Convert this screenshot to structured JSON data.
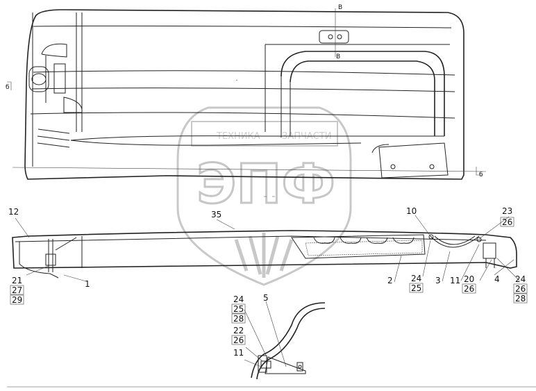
{
  "watermark": {
    "line1_left": "ТЕХНИКА",
    "line1_right": "ЗАПЧАСТИ",
    "logo": "ЭПФ"
  },
  "section_marks": {
    "top": "В",
    "mid": "В",
    "left": "б",
    "right": "б"
  },
  "callouts": [
    {
      "id": "c12",
      "text": "12"
    },
    {
      "id": "c35",
      "text": "35"
    },
    {
      "id": "c10",
      "text": "10"
    },
    {
      "id": "c23",
      "text": "23"
    },
    {
      "id": "c26a",
      "text": "26"
    },
    {
      "id": "c21",
      "text": "21"
    },
    {
      "id": "c27",
      "text": "27"
    },
    {
      "id": "c29",
      "text": "29"
    },
    {
      "id": "c1",
      "text": "1"
    },
    {
      "id": "c2",
      "text": "2"
    },
    {
      "id": "c24a",
      "text": "24"
    },
    {
      "id": "c25a",
      "text": "25"
    },
    {
      "id": "c3",
      "text": "3"
    },
    {
      "id": "c11a",
      "text": "11"
    },
    {
      "id": "c20",
      "text": "20"
    },
    {
      "id": "c26b",
      "text": "26"
    },
    {
      "id": "c4",
      "text": "4"
    },
    {
      "id": "c24b",
      "text": "24"
    },
    {
      "id": "c26c",
      "text": "26"
    },
    {
      "id": "c28a",
      "text": "28"
    },
    {
      "id": "c24c",
      "text": "24"
    },
    {
      "id": "c25b",
      "text": "25"
    },
    {
      "id": "c28b",
      "text": "28"
    },
    {
      "id": "c5",
      "text": "5"
    },
    {
      "id": "c22",
      "text": "22"
    },
    {
      "id": "c26d",
      "text": "26"
    },
    {
      "id": "c11b",
      "text": "11"
    }
  ]
}
